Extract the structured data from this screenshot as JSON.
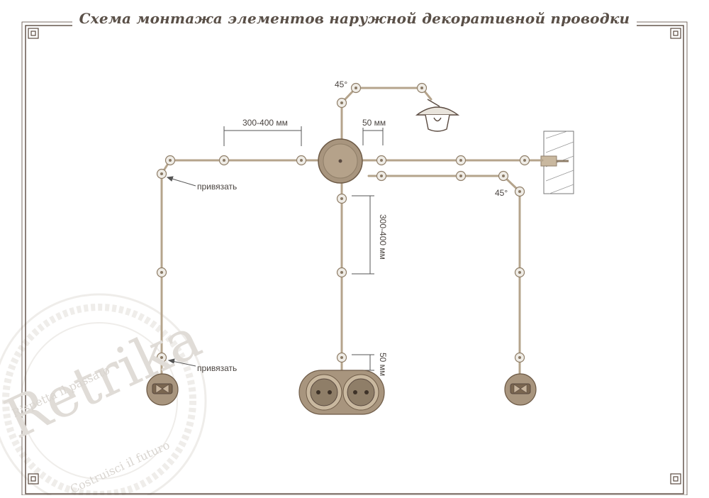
{
  "title": "Схема монтажа элементов наружной декоративной проводки",
  "labels": {
    "angle_top": "45°",
    "angle_right": "45°",
    "spacing_horizontal": "300-400 мм",
    "offset_top": "50 мм",
    "spacing_vertical": "300-400 мм",
    "offset_bottom": "50 мм",
    "tie_upper": "привязать",
    "tie_lower": "привязать"
  },
  "watermark": {
    "brand": "Retrika",
    "motto_top": "Rispetta il passato",
    "motto_bottom": "Costruisci il futuro"
  },
  "colors": {
    "wire": "#b5a48c",
    "wire_edge": "#8f7e68",
    "frame": "#5a4a40",
    "insulator": "#efece6",
    "device": "#a8957e",
    "device_dark": "#6e5b47"
  }
}
